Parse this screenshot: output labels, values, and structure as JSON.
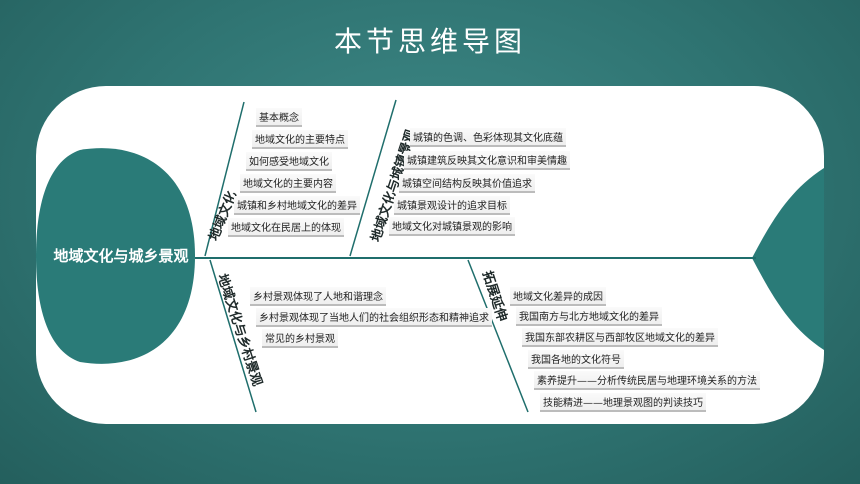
{
  "title": "本节思维导图",
  "center": "地域文化与城乡景观",
  "branches": [
    {
      "title": "地域文化",
      "items": [
        "基本概念",
        "地域文化的主要特点",
        "如何感受地域文化",
        "地域文化的主要内容",
        "城镇和乡村地域文化的差异",
        "地域文化在民居上的体现"
      ]
    },
    {
      "title": "地域文化与城镇景观",
      "items": [
        "城镇的色调、色彩体现其文化底蕴",
        "城镇建筑反映其文化意识和审美情趣",
        "城镇空间结构反映其价值追求",
        "城镇景观设计的追求目标",
        "地域文化对城镇景观的影响"
      ]
    },
    {
      "title": "地域文化与乡村景观",
      "items": [
        "乡村景观体现了人地和谐理念",
        "乡村景观体现了当地人们的社会组织形态和精神追求",
        "常见的乡村景观"
      ]
    },
    {
      "title": "拓展延伸",
      "items": [
        "地域文化差异的成因",
        "我国南方与北方地域文化的差异",
        "我国东部农耕区与西部牧区地域文化的差异",
        "我国各地的文化符号",
        "素养提升——分析传统民居与地理环境关系的方法",
        "技能精进——地理景观图的判读技巧"
      ]
    }
  ],
  "colors": {
    "background": "#2f7472",
    "head": "#2a7b78",
    "line": "#1f6e6c",
    "card": "#ffffff"
  }
}
